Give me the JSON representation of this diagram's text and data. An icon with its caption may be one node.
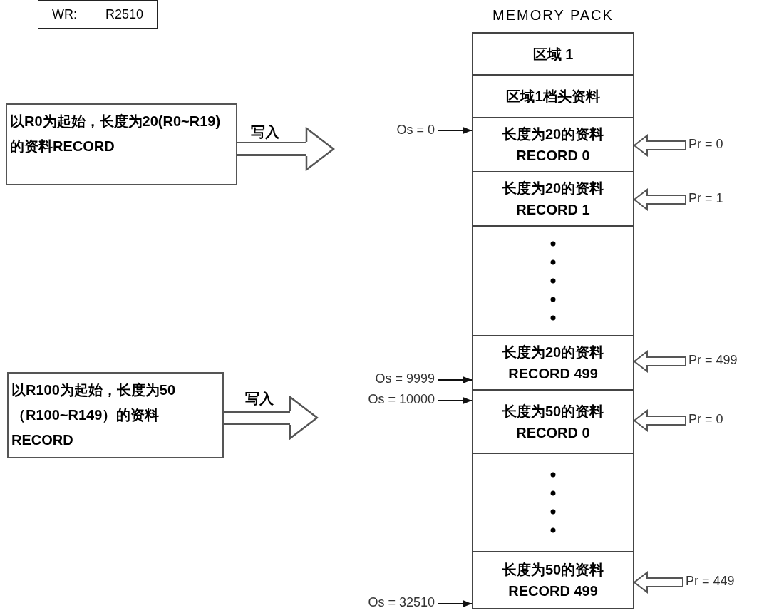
{
  "diagram": {
    "nodes": [
      {
        "text": [
          "WR:",
          "R2510"
        ]
      },
      {
        "text": [
          "MEMORY PACK"
        ]
      },
      {
        "text": [
          "区域 1"
        ],
        "in": 1
      },
      {
        "text": [
          "区域1档头资料"
        ],
        "in": 1
      },
      {
        "text": [
          "长度为20的资料",
          "RECORD 0"
        ],
        "in": 1
      },
      {
        "text": [
          "长度为20的资料",
          "RECORD 1"
        ],
        "in": 1
      },
      {
        "text": [],
        "shape": "box",
        "in": 1
      },
      {
        "text": [
          "长度为20的资料",
          "RECORD 499"
        ],
        "in": 1
      },
      {
        "text": [
          "长度为50的资料",
          "RECORD 0"
        ],
        "in": 1
      },
      {
        "text": [],
        "shape": "box",
        "in": 1
      },
      {
        "text": [
          "长度为50的资料",
          "RECORD 499"
        ],
        "in": 1
      },
      {
        "text": [
          "以R0为起始，长度为20(R0~R19)的资料RECORD"
        ]
      },
      {
        "text": [
          "以R100为起始，长度为50（R100~R149）的资料RECORD"
        ]
      },
      {
        "text": [
          "Os = 0"
        ]
      },
      {
        "text": [
          "Os = 9999"
        ]
      },
      {
        "text": [
          "Os = 10000"
        ]
      },
      {
        "text": [
          "Os = 32510"
        ]
      },
      {
        "text": [
          "Pr = 0"
        ]
      },
      {
        "text": [
          "Pr = 1"
        ]
      },
      {
        "text": [
          "Pr = 499"
        ]
      },
      {
        "text": [
          "Pr = 0"
        ]
      },
      {
        "text": [
          "Pr = 449"
        ]
      }
    ],
    "edges": [
      {
        "from": 11,
        "to": null,
        "arrow": "to",
        "label": "写入",
        "style": "thick"
      },
      {
        "from": 12,
        "to": null,
        "arrow": "to",
        "label": "写入",
        "style": "thick"
      },
      {
        "from": 13,
        "to": 4,
        "arrow": "to"
      },
      {
        "from": 14,
        "to": 7,
        "arrow": "to"
      },
      {
        "from": 15,
        "to": 8,
        "arrow": "to"
      },
      {
        "from": 16,
        "to": 10,
        "arrow": "to"
      },
      {
        "from": 17,
        "to": 4,
        "arrow": "to",
        "style": "thick"
      },
      {
        "from": 18,
        "to": 5,
        "arrow": "to",
        "style": "thick"
      },
      {
        "from": 19,
        "to": 7,
        "arrow": "to",
        "style": "thick"
      },
      {
        "from": 20,
        "to": 8,
        "arrow": "to",
        "style": "thick"
      },
      {
        "from": 21,
        "to": 10,
        "arrow": "to",
        "style": "thick"
      }
    ]
  }
}
